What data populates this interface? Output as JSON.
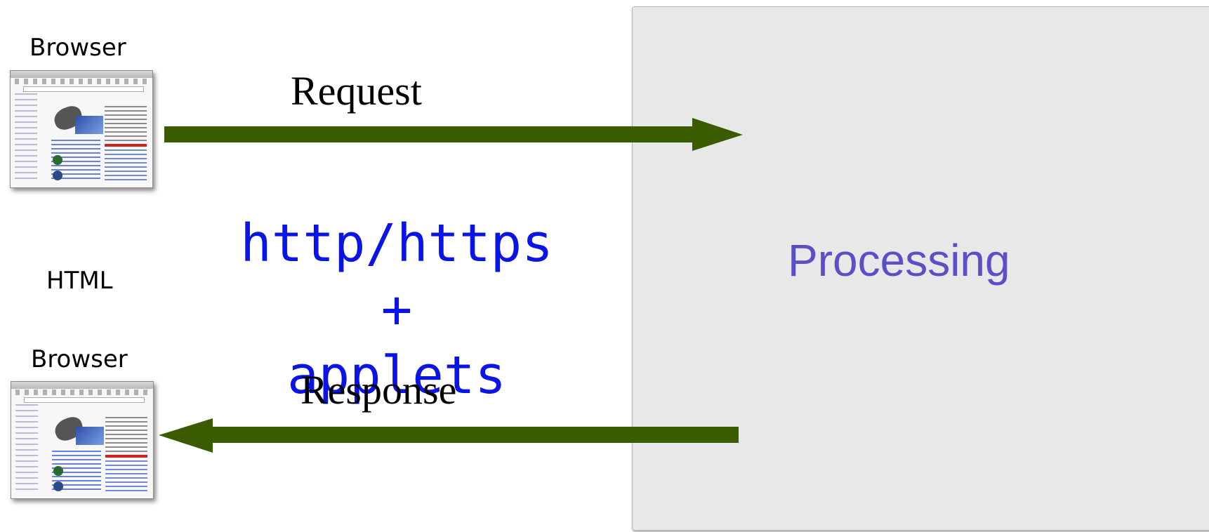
{
  "diagram": {
    "browser_top_label": "Browser",
    "browser_bottom_label": "Browser",
    "html_label": "HTML",
    "request_label": "Request",
    "response_label": "Response",
    "protocol_line1": "http/https +",
    "protocol_line2": "applets",
    "server_label": "Processing"
  },
  "colors": {
    "arrow": "#3a5b00",
    "protocol_text": "#0a14e6",
    "server_text": "#5a4fc8",
    "server_fill": "#e8e8e8"
  },
  "icons": {
    "browser_top": "browser-screenshot-icon",
    "browser_bottom": "browser-screenshot-icon",
    "request_arrow": "arrow-right-icon",
    "response_arrow": "arrow-left-icon"
  }
}
